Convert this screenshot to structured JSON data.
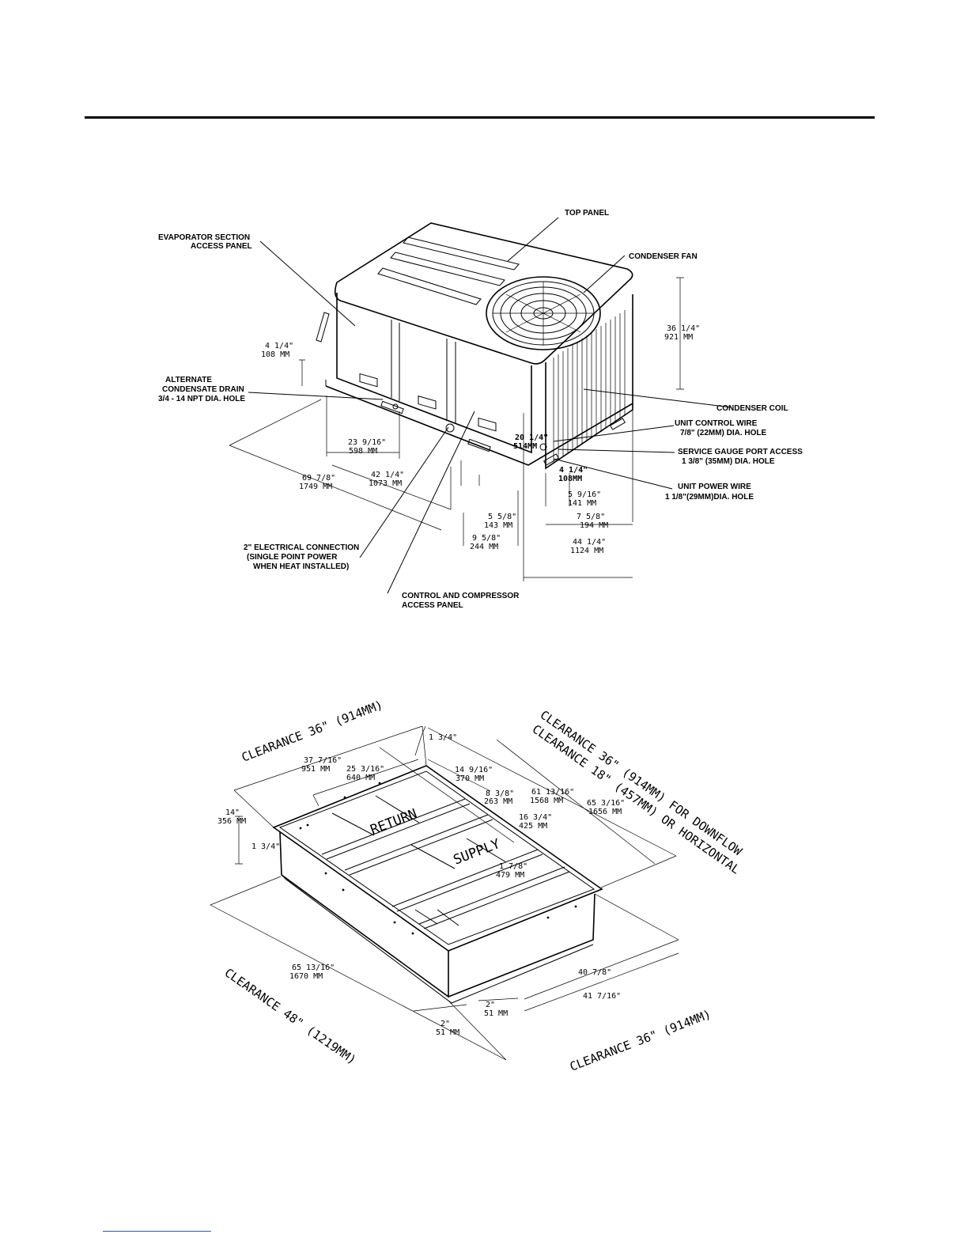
{
  "unit_diagram": {
    "labels": {
      "top_panel": "TOP PANEL",
      "evap_1": "EVAPORATOR SECTION",
      "evap_2": "ACCESS PANEL",
      "condenser_fan": "CONDENSER FAN",
      "condenser_coil": "CONDENSER COIL",
      "drain_1": "ALTERNATE",
      "drain_2": "CONDENSATE DRAIN",
      "drain_3": "3/4 - 14 NPT DIA. HOLE",
      "ctrl_wire_1": "UNIT CONTROL WIRE",
      "ctrl_wire_2": "7/8\" (22MM) DIA. HOLE",
      "gauge_1": "SERVICE GAUGE PORT ACCESS",
      "gauge_2": "1 3/8\" (35MM) DIA. HOLE",
      "power_1": "UNIT POWER WIRE",
      "power_2": "1 1/8\"(29MM)DIA. HOLE",
      "elec_1": "2\" ELECTRICAL CONNECTION",
      "elec_2": "(SINGLE POINT POWER",
      "elec_3": "WHEN HEAT INSTALLED)",
      "comp_1": "CONTROL AND COMPRESSOR",
      "comp_2": "ACCESS PANEL"
    },
    "dims": {
      "d1a": "4 1/4\"",
      "d1b": "108 MM",
      "d2a": "36 1/4\"",
      "d2b": "921 MM",
      "d3a": "23 9/16\"",
      "d3b": "598 MM",
      "d4a": "20 1/4\"",
      "d4b": "514MM",
      "d5a": "42 1/4\"",
      "d5b": "1073 MM",
      "d6a": "69 7/8\"",
      "d6b": "1749 MM",
      "d7a": "4 1/4\"",
      "d7b": "108MM",
      "d8a": "5 9/16\"",
      "d8b": "141 MM",
      "d9a": "5 5/8\"",
      "d9b": "143 MM",
      "d10a": "7 5/8\"",
      "d10b": "194 MM",
      "d11a": "9 5/8\"",
      "d11b": "244 MM",
      "d12a": "44 1/4\"",
      "d12b": "1124 MM"
    }
  },
  "curb_diagram": {
    "clearances": {
      "top_left": "CLEARANCE 36\" (914MM)",
      "right_1": "CLEARANCE 36\" (914MM) FOR DOWNFLOW",
      "right_2": "CLEARANCE 18\" (457MM) OR HORIZONTAL",
      "bottom_left": "CLEARANCE 48\" (1219MM)",
      "bottom_right": "CLEARANCE 36\" (914MM)"
    },
    "openings": {
      "return": "RETURN",
      "supply": "SUPPLY"
    },
    "dims": {
      "c1": "1 3/4\"",
      "c2a": "37 7/16\"",
      "c2b": "951 MM",
      "c3a": "25 3/16\"",
      "c3b": "640 MM",
      "c4a": "14 9/16\"",
      "c4b": "370 MM",
      "c5a": "8 3/8\"",
      "c5b": "263 MM",
      "c6a": "61 13/16\"",
      "c6b": "1568 MM",
      "c7a": "65 3/16\"",
      "c7b": "1656 MM",
      "c8a": "16 3/4\"",
      "c8b": "425 MM",
      "c9a": "14\"",
      "c9b": "356 MM",
      "c10": "1 3/4\"",
      "c11a": "1 7/8\"",
      "c11b": "479 MM",
      "c12a": "65 13/16\"",
      "c12b": "1670 MM",
      "c13": "40 7/8\"",
      "c14": "41 7/16\"",
      "c15a": "2\"",
      "c15b": "51 MM",
      "c16a": "2\"",
      "c16b": "51 MM"
    }
  }
}
